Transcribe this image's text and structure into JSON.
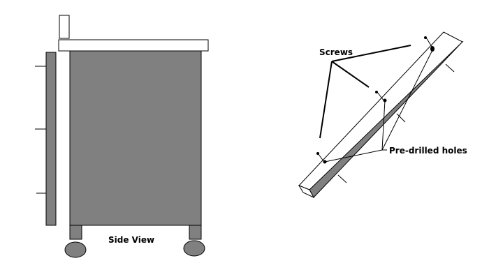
{
  "labels": {
    "side_view": "Side View",
    "screws": "Screws",
    "pre_drilled_holes": "Pre-drilled holes"
  },
  "colors": {
    "background": "#ffffff",
    "cabinet_fill": "#808080",
    "outline": "#000000",
    "top_board": "#ffffff"
  }
}
